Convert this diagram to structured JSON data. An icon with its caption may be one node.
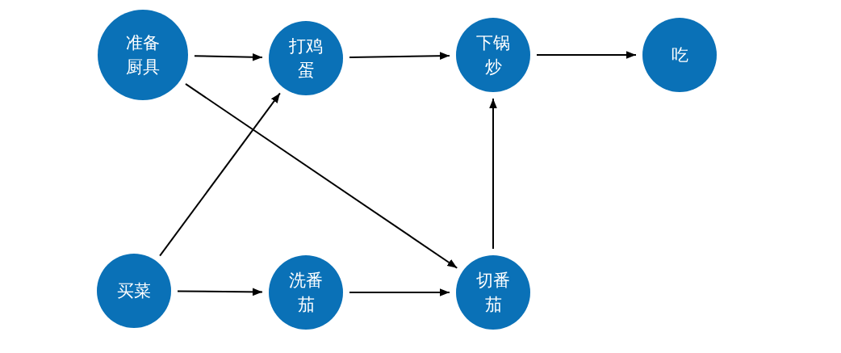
{
  "diagram": {
    "nodes": [
      {
        "text": [
          "准备厨具"
        ]
      },
      {
        "text": [
          "打鸡蛋"
        ]
      },
      {
        "text": [
          "下锅炒"
        ]
      },
      {
        "text": [
          "吃"
        ]
      },
      {
        "text": [
          "买菜"
        ]
      },
      {
        "text": [
          "洗番茄"
        ]
      },
      {
        "text": [
          "切番茄"
        ]
      }
    ],
    "edges": [
      {
        "from": 0,
        "to": 1,
        "arrow": "to"
      },
      {
        "from": 1,
        "to": 2,
        "arrow": "to"
      },
      {
        "from": 2,
        "to": 3,
        "arrow": "to"
      },
      {
        "from": 0,
        "to": 6,
        "arrow": "to"
      },
      {
        "from": 4,
        "to": 1,
        "arrow": "to"
      },
      {
        "from": 4,
        "to": 5,
        "arrow": "to"
      },
      {
        "from": 5,
        "to": 6,
        "arrow": "to"
      },
      {
        "from": 6,
        "to": 2,
        "arrow": "to"
      }
    ]
  }
}
